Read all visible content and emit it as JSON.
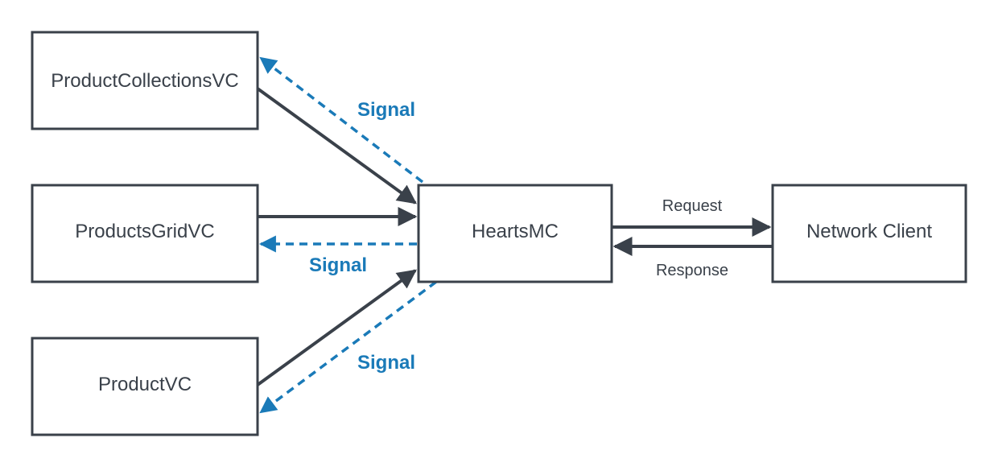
{
  "colors": {
    "node_border": "#3a414a",
    "node_fill": "#ffffff",
    "solid_edge": "#3a414a",
    "signal": "#1a7ab8",
    "text": "#3a414a"
  },
  "nodes": {
    "product_collections": {
      "label": "ProductCollectionsVC"
    },
    "products_grid": {
      "label": "ProductsGridVC"
    },
    "product": {
      "label": "ProductVC"
    },
    "hearts": {
      "label": "HeartsMC"
    },
    "network_client": {
      "label": "Network Client"
    }
  },
  "edges": {
    "request": {
      "label": "Request"
    },
    "response": {
      "label": "Response"
    },
    "signal_top": {
      "label": "Signal"
    },
    "signal_middle": {
      "label": "Signal"
    },
    "signal_bottom": {
      "label": "Signal"
    }
  }
}
